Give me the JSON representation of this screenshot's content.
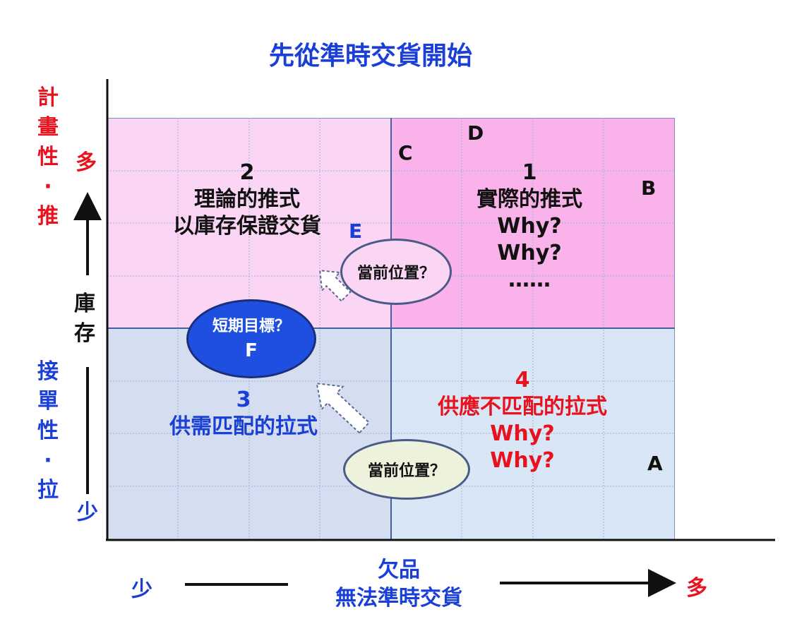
{
  "title": "先從準時交貨開始",
  "y_axis": {
    "top_label": [
      "計",
      "畫",
      "性",
      "·",
      "推"
    ],
    "bottom_label": [
      "接",
      "單",
      "性",
      "·",
      "拉"
    ],
    "more": "多",
    "less": "少",
    "name": [
      "庫",
      "存"
    ]
  },
  "x_axis": {
    "less": "少",
    "more": "多",
    "name_line1": "欠品",
    "name_line2": "無法準時交貨"
  },
  "quadrants": {
    "q2": {
      "number": "2",
      "line1": "理論的推式",
      "line2": "以庫存保證交貨"
    },
    "q1": {
      "number": "1",
      "line1": "實際的推式",
      "line2": "Why?",
      "line3": "Why?",
      "line4": "……"
    },
    "q3": {
      "number": "3",
      "line1": "供需匹配的拉式"
    },
    "q4": {
      "number": "4",
      "line1": "供應不匹配的拉式",
      "line2": "Why?",
      "line3": "Why?"
    }
  },
  "points": {
    "A": "A",
    "B": "B",
    "C": "C",
    "D": "D",
    "E": "E",
    "F": "F"
  },
  "ellipses": {
    "current_top": "當前位置？",
    "current_bottom": "當前位置？",
    "short_term_goal": "短期目標？"
  },
  "colors": {
    "title": "#1a3fd6",
    "red": "#e8121e",
    "blue": "#1a3fd6",
    "q1": "#f9b2ea",
    "q2": "#fad6f4",
    "q3": "#d4def0",
    "q4": "#d9e6f5",
    "goal_ellipse": "#1f4fe0"
  }
}
